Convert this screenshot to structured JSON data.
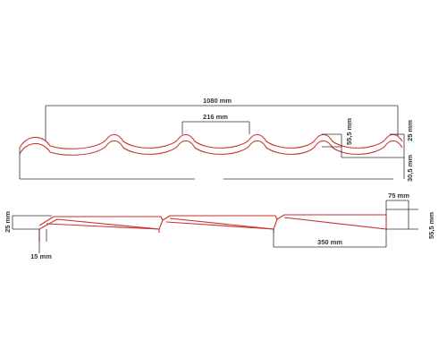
{
  "colors": {
    "profile": "#c8312a",
    "dimension": "#333333",
    "background": "#ffffff"
  },
  "top_view": {
    "overall_width": "1080 mm",
    "wave_pitch": "216 mm",
    "wave_height": "55,5 mm",
    "crest_height": "25 mm",
    "base_height": "30,5 mm"
  },
  "side_view": {
    "left_height": "25 mm",
    "left_drip": "15 mm",
    "step_length": "350 mm",
    "right_top": "75 mm",
    "right_height": "55,5 mm"
  }
}
